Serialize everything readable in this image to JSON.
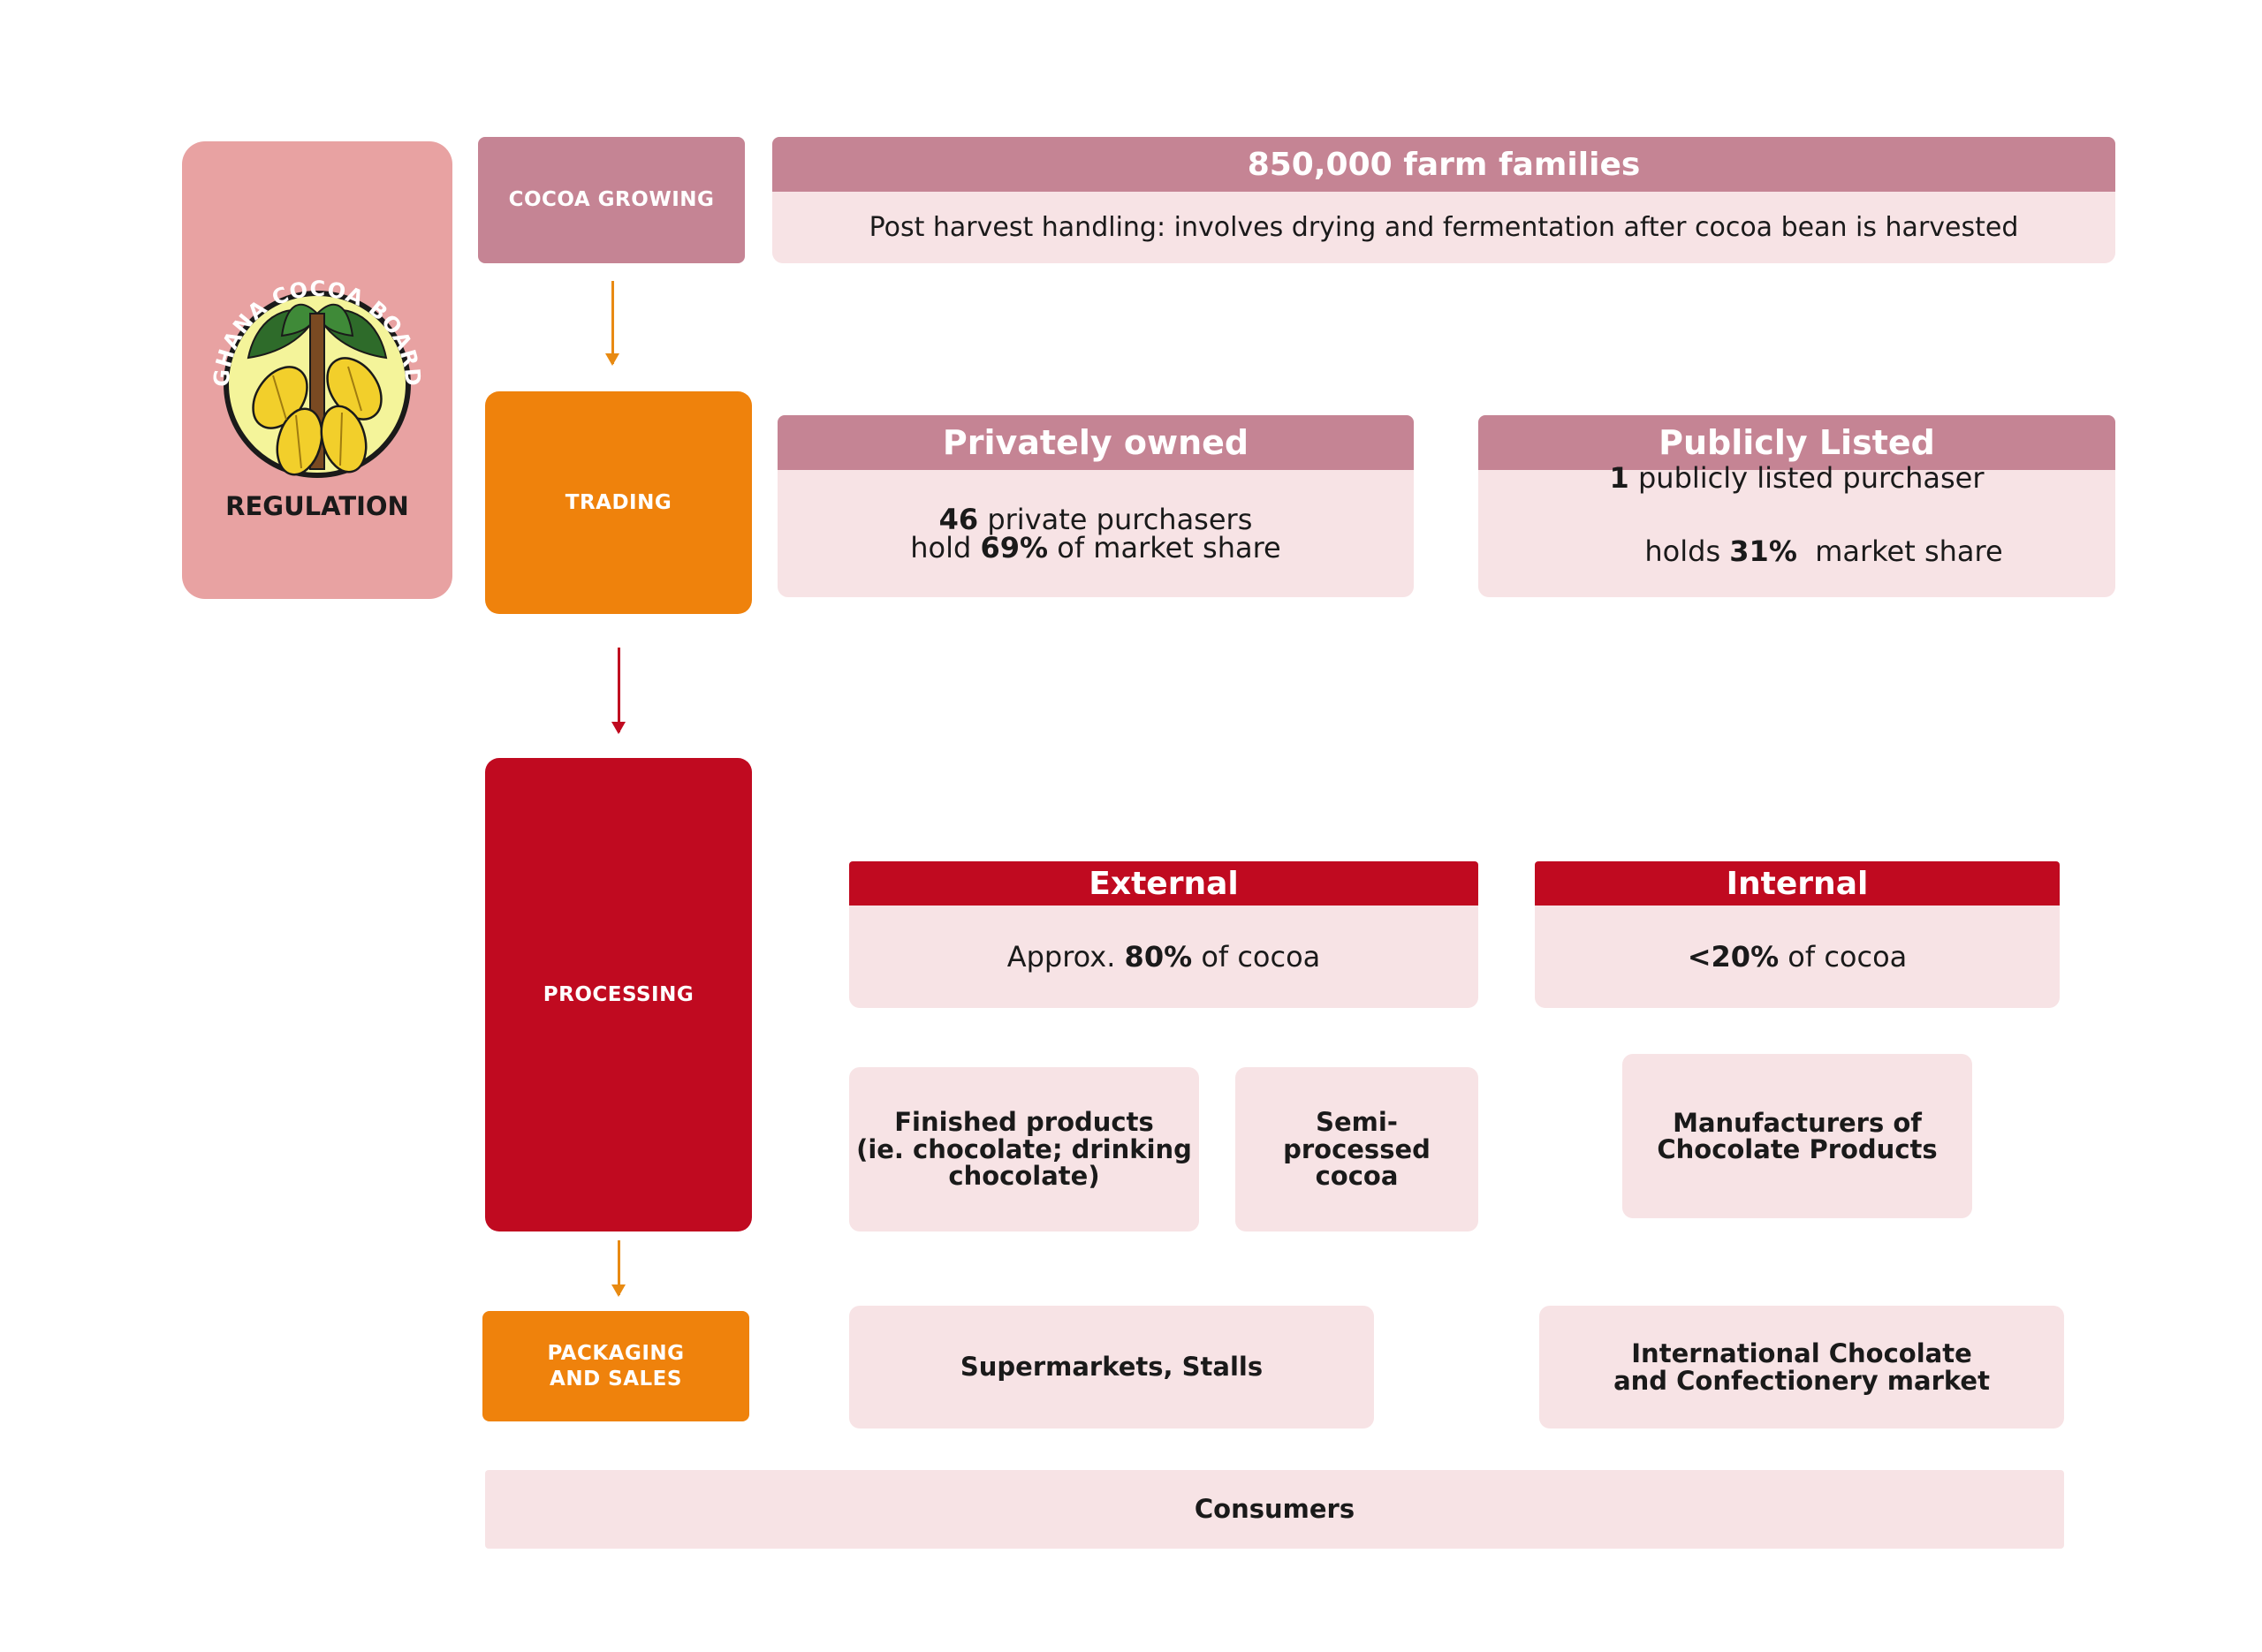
{
  "colors": {
    "mauve": "#c58494",
    "orange": "#ef820c",
    "red": "#c00a20",
    "pale": "#f7e3e5",
    "regulation_bg": "#e8a2a2"
  },
  "regulation": {
    "logo_arc_text": "GHANA COCOA BOARD",
    "label": "REGULATION"
  },
  "stages": {
    "cocoa_growing": "COCOA GROWING",
    "trading": "TRADING",
    "processing": "PROCESSING",
    "packaging_line1": "PACKAGING",
    "packaging_line2": "AND SALES"
  },
  "growing": {
    "header": "850,000 farm families",
    "detail": "Post harvest handling: involves drying and fermentation after cocoa bean is harvested"
  },
  "trading": {
    "private": {
      "header": "Privately owned",
      "count": "46",
      "line1_rest": " private purchasers",
      "line2_pre": "hold ",
      "share": "69%",
      "line2_post": " of market share"
    },
    "public": {
      "header": "Publicly Listed",
      "count": "1",
      "line1_rest": " publicly listed purchaser",
      "line2_pre": "holds ",
      "share": "31%",
      "line2_post": "  market share"
    }
  },
  "processing": {
    "external": {
      "header": "External",
      "pre": "Approx. ",
      "value": "80%",
      "post": " of cocoa"
    },
    "internal": {
      "header": "Internal",
      "value": "<20%",
      "post": " of cocoa"
    },
    "finished_products": [
      "Finished products",
      "(ie. chocolate; drinking",
      "chocolate)"
    ],
    "semi_processed": [
      "Semi-",
      "processed",
      "cocoa"
    ],
    "manufacturers": [
      "Manufacturers of",
      "Chocolate Products"
    ]
  },
  "sales": {
    "supermarkets": "Supermarkets, Stalls",
    "international": [
      "International Chocolate",
      "and Confectionery market"
    ]
  },
  "consumers": "Consumers"
}
